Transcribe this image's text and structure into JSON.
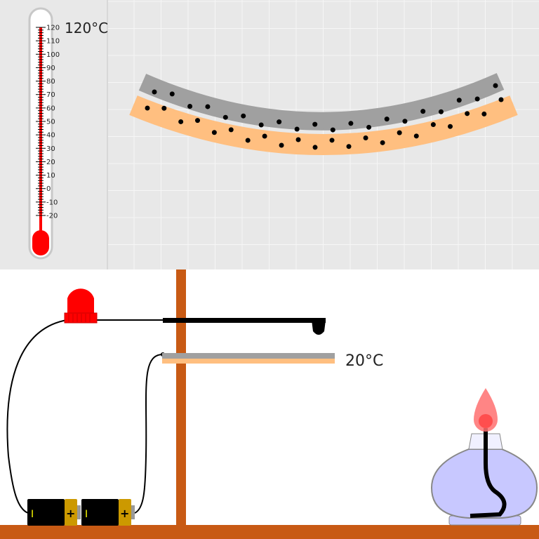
{
  "thermometer": {
    "reading_label": "120°C",
    "value_celsius": 120,
    "scale_min": -20,
    "scale_max": 120,
    "tick_labels": [
      "120",
      "110",
      "100",
      "90",
      "80",
      "70",
      "60",
      "50",
      "40",
      "30",
      "20",
      "10",
      "0",
      "-10",
      "-20"
    ]
  },
  "strip_view": {
    "colors": {
      "metal_top": "#a0a0a0",
      "metal_bottom": "#ffbf80"
    }
  },
  "apparatus": {
    "strip_temperature_label": "20°C",
    "battery_plus": "+",
    "battery_minus": "I",
    "colors": {
      "stand": "#c85a14",
      "alarm": "#ff0000",
      "flame": "#ff6060",
      "burner": "#c8c8ff"
    }
  }
}
